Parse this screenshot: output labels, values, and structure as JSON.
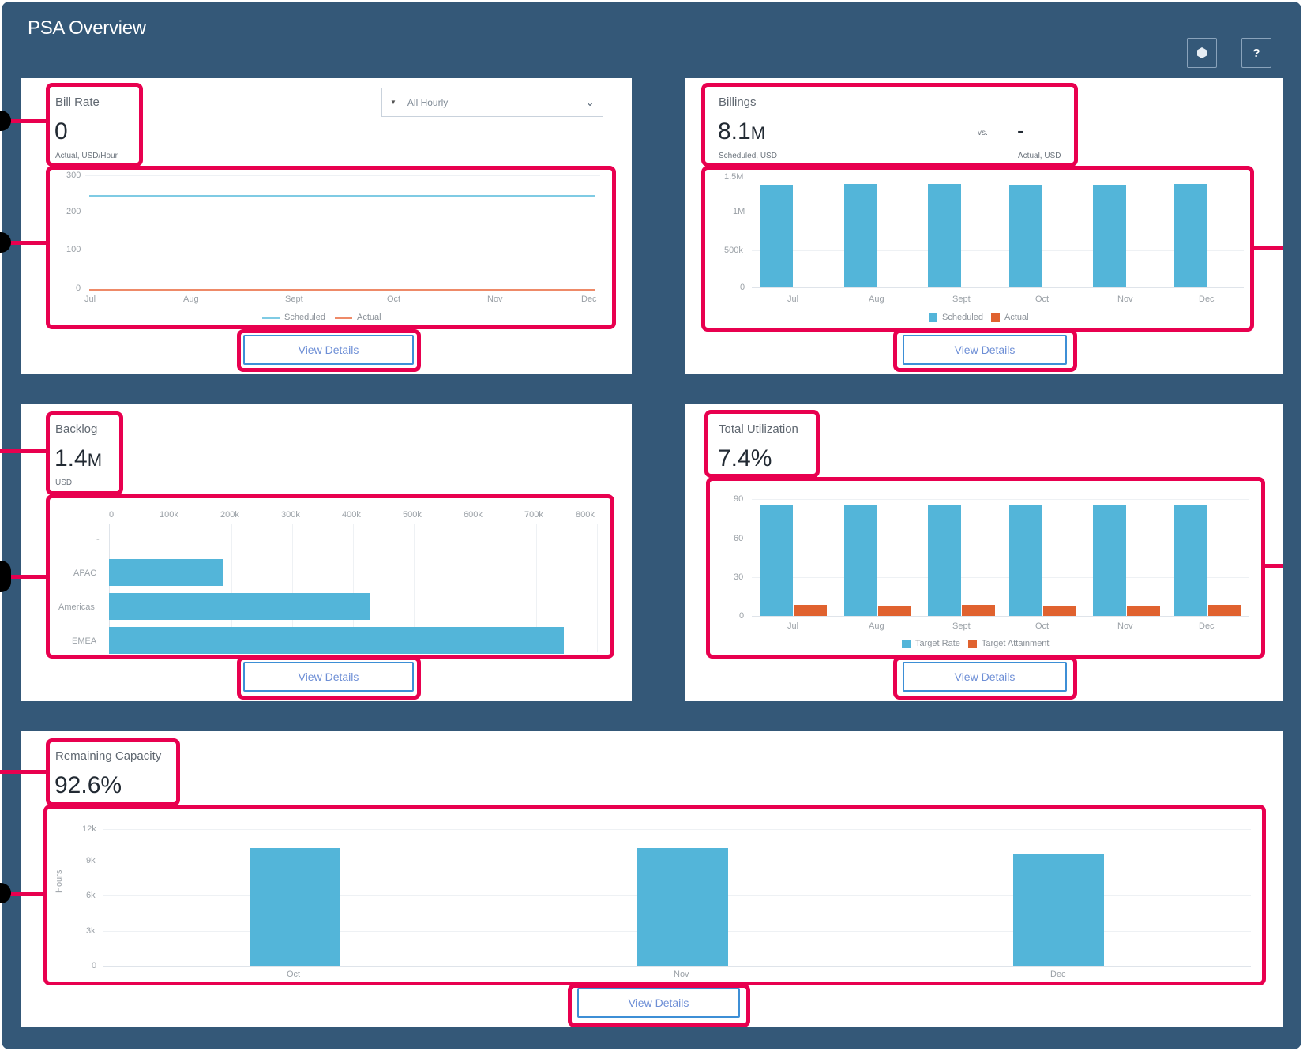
{
  "app": {
    "title": "PSA Overview",
    "settings_icon": "gear-icon",
    "help_label": "?"
  },
  "colors": {
    "background": "#345878",
    "series_blue": "#53b5d9",
    "series_orange": "#e0622f",
    "annotation": "#e8004f",
    "button_border": "#3d8fd6"
  },
  "bill_rate": {
    "label": "Bill Rate",
    "value": "0",
    "sub": "Actual, USD/Hour",
    "dropdown_value": "All Hourly",
    "button": "View Details",
    "legend": [
      "Scheduled",
      "Actual"
    ]
  },
  "billings": {
    "label": "Billings",
    "value": "8.1",
    "unit": "M",
    "vs": "vs.",
    "actual_value": "-",
    "sub_scheduled": "Scheduled, USD",
    "sub_actual": "Actual, USD",
    "button": "View Details",
    "legend": [
      "Scheduled",
      "Actual"
    ]
  },
  "backlog": {
    "label": "Backlog",
    "value": "1.4",
    "unit": "M",
    "sub": "USD",
    "button": "View Details"
  },
  "utilization": {
    "label": "Total Utilization",
    "value": "7.4%",
    "button": "View Details",
    "legend": [
      "Target Rate",
      "Target Attainment"
    ]
  },
  "capacity": {
    "label": "Remaining Capacity",
    "value": "92.6%",
    "button": "View Details",
    "ylabel": "Hours"
  },
  "chart_data": [
    {
      "type": "line",
      "title": "Bill Rate",
      "x": [
        "Jul",
        "Aug",
        "Sept",
        "Oct",
        "Nov",
        "Dec"
      ],
      "series": [
        {
          "name": "Scheduled",
          "values": [
            240,
            240,
            240,
            240,
            240,
            240
          ]
        },
        {
          "name": "Actual",
          "values": [
            0,
            0,
            0,
            0,
            0,
            0
          ]
        }
      ],
      "yticks": [
        "0",
        "100",
        "200",
        "300"
      ],
      "ylim": [
        0,
        300
      ],
      "legend_position": "bottom"
    },
    {
      "type": "bar",
      "title": "Billings",
      "categories": [
        "Jul",
        "Aug",
        "Sept",
        "Oct",
        "Nov",
        "Dec"
      ],
      "series": [
        {
          "name": "Scheduled",
          "values": [
            1350000,
            1350000,
            1350000,
            1350000,
            1350000,
            1350000
          ]
        },
        {
          "name": "Actual",
          "values": [
            0,
            0,
            0,
            0,
            0,
            0
          ]
        }
      ],
      "yticks": [
        "0",
        "500k",
        "1M",
        "1.5M"
      ],
      "ylim": [
        0,
        1500000
      ],
      "legend_position": "bottom"
    },
    {
      "type": "bar",
      "orientation": "horizontal",
      "title": "Backlog",
      "categories": [
        "-",
        "APAC",
        "Americas",
        "EMEA"
      ],
      "values": [
        0,
        187000,
        433000,
        761000
      ],
      "xticks": [
        "0",
        "100k",
        "200k",
        "300k",
        "400k",
        "500k",
        "600k",
        "700k",
        "800k"
      ],
      "xlim": [
        0,
        800000
      ]
    },
    {
      "type": "bar",
      "title": "Total Utilization",
      "categories": [
        "Jul",
        "Aug",
        "Sept",
        "Oct",
        "Nov",
        "Dec"
      ],
      "series": [
        {
          "name": "Target Rate",
          "values": [
            85,
            85,
            85,
            85,
            85,
            85
          ]
        },
        {
          "name": "Target Attainment",
          "values": [
            8,
            7,
            8,
            7.5,
            7.5,
            8
          ]
        }
      ],
      "yticks": [
        "0",
        "30",
        "60",
        "90"
      ],
      "ylim": [
        0,
        90
      ],
      "legend_position": "bottom"
    },
    {
      "type": "bar",
      "title": "Remaining Capacity",
      "categories": [
        "Oct",
        "Nov",
        "Dec"
      ],
      "values": [
        10000,
        10000,
        9500
      ],
      "yticks": [
        "0",
        "3k",
        "6k",
        "9k",
        "12k"
      ],
      "ylim": [
        0,
        12000
      ],
      "ylabel": "Hours"
    }
  ]
}
